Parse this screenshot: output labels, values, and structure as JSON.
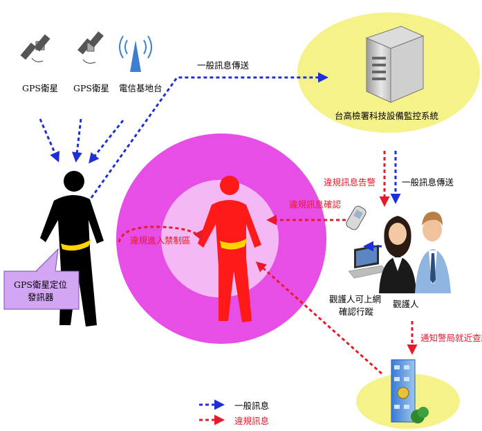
{
  "nodes": {
    "gps_satellite_1": "GPS衛星",
    "gps_satellite_2": "GPS衛星",
    "telecom_base_station": "電信基地台",
    "monitoring_system": "台高檢署科技設備監控系統",
    "gps_device_line1": "GPS衛星定位",
    "gps_device_line2": "發訊器",
    "guardian_online_line1": "觀護人可上網",
    "guardian_online_line2": "確認行蹤",
    "guardian": "觀護人"
  },
  "edges": {
    "general_message_transmit_top": "一般訊息傳送",
    "general_message_transmit_right": "一般訊息傳送",
    "violation_alert": "違規訊息告警",
    "violation_confirm": "違規訊息確認",
    "violation_enter_zone": "違規進入禁制區",
    "notify_police": "通知警局就近查訪"
  },
  "legend": {
    "general": "一般訊息",
    "violation": "違規訊息"
  },
  "colors": {
    "general": "#1f2fd6",
    "violation": "#e8192b",
    "outer_zone": "#e64ee6",
    "inner_zone": "#f4b8f4",
    "server_ellipse": "#f6f28a",
    "callout": "#d2a6f2"
  }
}
